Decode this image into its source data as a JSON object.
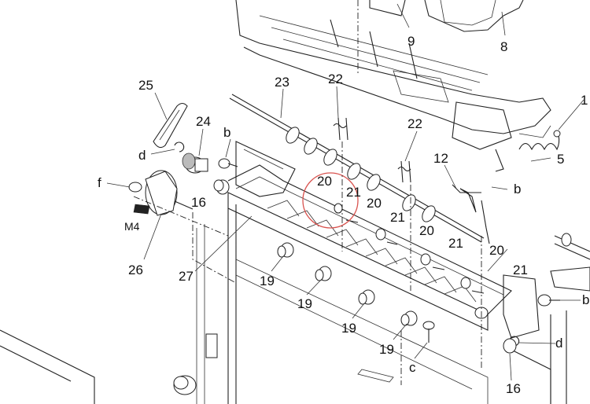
{
  "diagram": {
    "labels": {
      "l9": "9",
      "l8": "8",
      "l25": "25",
      "l23": "23",
      "l22a": "22",
      "l22b": "22",
      "l24": "24",
      "lb1": "b",
      "ld1": "d",
      "lf": "f",
      "l16a": "16",
      "lm4": "M4",
      "l26": "26",
      "l27": "27",
      "l20a": "20",
      "l21a": "21",
      "l20b": "20",
      "l21b": "21",
      "l20c": "20",
      "l21c": "21",
      "l20d": "20",
      "l21d": "21",
      "l12": "12",
      "lb2": "b",
      "l5": "5",
      "l1": "1",
      "l19a": "19",
      "l19b": "19",
      "l19c": "19",
      "l19d": "19",
      "lc": "c",
      "lb3": "b",
      "ld2": "d",
      "l16b": "16"
    },
    "highlight_color": "#d9534f"
  }
}
